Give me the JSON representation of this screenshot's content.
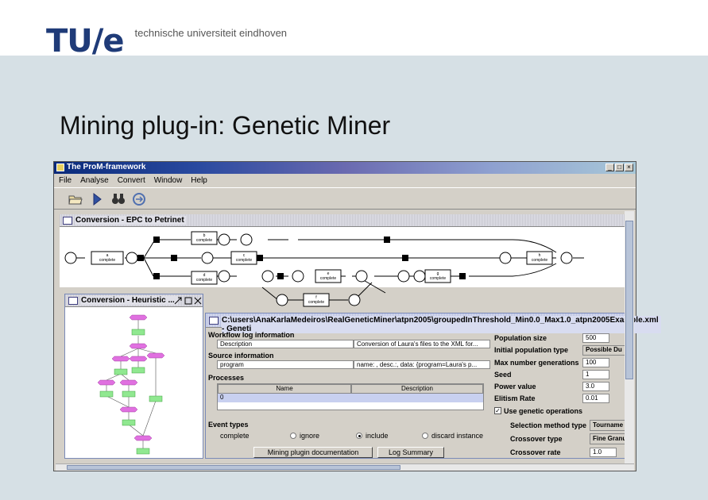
{
  "slide": {
    "logo_mark": "TU/e",
    "logo_text": "technische universiteit eindhoven",
    "title": "Mining plug-in: Genetic Miner"
  },
  "window": {
    "title": "The ProM-framework",
    "menu": [
      "File",
      "Analyse",
      "Convert",
      "Window",
      "Help"
    ],
    "toolbar_icons": [
      "open-folder-icon",
      "play-icon",
      "binoculars-icon",
      "convert-icon"
    ]
  },
  "epc_frame": {
    "title": "Conversion - EPC to Petrinet",
    "transitions": [
      "complete",
      "complete",
      "complete",
      "complete",
      "complete",
      "complete",
      "complete",
      "complete"
    ],
    "transition_names": [
      "a",
      "b",
      "c",
      "d",
      "e",
      "f",
      "g",
      "h"
    ]
  },
  "heuristic_frame": {
    "title": "Conversion - Heuristic ..."
  },
  "genetic_frame": {
    "title": "C:\\users\\AnaKarlaMedeiros\\RealGeneticMiner\\atpn2005\\groupedInThreshold_Min0.0_Max1.0_atpn2005Example.xml - Geneti",
    "workflow_log_header": "Workflow log information",
    "description_label": "Description",
    "description_value": "Conversion of Laura's files to the XML for...",
    "source_header": "Source information",
    "program_label": "program",
    "program_value": "name: , desc.:, data: {program=Laura's p...",
    "processes_header": "Processes",
    "table_columns": [
      "Name",
      "Description"
    ],
    "table_rows": [
      [
        "0",
        ""
      ]
    ],
    "event_types_header": "Event types",
    "event_type_row": "complete",
    "radio_options": [
      "ignore",
      "include",
      "discard instance"
    ],
    "radio_selected": "include",
    "buttons": [
      "Mining plugin documentation",
      "Log Summary"
    ],
    "params": [
      {
        "label": "Population size",
        "value": "500"
      },
      {
        "label": "Initial population type",
        "value": "Possible Du"
      },
      {
        "label": "Max number generations",
        "value": "100"
      },
      {
        "label": "Seed",
        "value": "1"
      },
      {
        "label": "Power value",
        "value": "3.0"
      },
      {
        "label": "Elitism Rate",
        "value": "0.01"
      }
    ],
    "use_genetic_label": "Use genetic operations",
    "use_genetic_checked": true,
    "sub_params": [
      {
        "label": "Selection method type",
        "value": "Tourname"
      },
      {
        "label": "Crossover type",
        "value": "Fine Granu"
      },
      {
        "label": "Crossover rate",
        "value": "1.0"
      }
    ]
  }
}
